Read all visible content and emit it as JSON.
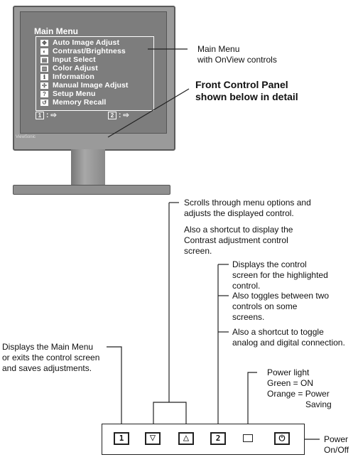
{
  "monitor": {
    "brand": "ViewSonic",
    "menu_title": "Main Menu",
    "menu_items": [
      {
        "icon": "auto-adjust-icon",
        "label": "Auto Image Adjust"
      },
      {
        "icon": "contrast-brightness-icon",
        "label": "Contrast/Brightness"
      },
      {
        "icon": "input-select-icon",
        "label": "Input Select"
      },
      {
        "icon": "color-adjust-icon",
        "label": "Color Adjust"
      },
      {
        "icon": "information-icon",
        "label": "Information"
      },
      {
        "icon": "manual-adjust-icon",
        "label": "Manual Image Adjust"
      },
      {
        "icon": "setup-menu-icon",
        "label": "Setup Menu"
      },
      {
        "icon": "memory-recall-icon",
        "label": "Memory Recall"
      }
    ],
    "footer_left_key": "1",
    "footer_left_symbol": ":",
    "footer_right_key": "2",
    "footer_right_symbol": ":"
  },
  "callouts": {
    "main_menu_line1": "Main Menu",
    "main_menu_line2": "with OnView controls",
    "front_panel_line1": "Front Control Panel",
    "front_panel_line2": "shown below in detail",
    "scroll_line1": "Scrolls through menu options and",
    "scroll_line2": "adjusts the displayed control.",
    "scroll_shortcut_line1": "Also a shortcut to display the",
    "scroll_shortcut_line2": "Contrast adjustment control",
    "scroll_shortcut_line3": "screen.",
    "select_line1": "Displays the control",
    "select_line2": "screen for the highlighted",
    "select_line3": "control.",
    "toggle_line1": "Also toggles between two",
    "toggle_line2": "controls on some",
    "toggle_line3": "screens.",
    "shortcut_line1": "Also a shortcut to toggle",
    "shortcut_line2": "analog and digital connection.",
    "menu_btn_line1": "Displays the Main Menu",
    "menu_btn_line2": "or exits the control screen",
    "menu_btn_line3": "and saves adjustments.",
    "power_light_line1": "Power light",
    "power_light_line2": "Green = ON",
    "power_light_line3": "Orange = Power",
    "power_light_line4": "Saving",
    "power_line1": "Power",
    "power_line2": "On/Off"
  },
  "panel": {
    "button1_label": "1",
    "down_symbol": "▽",
    "up_symbol": "△",
    "button2_label": "2",
    "power_symbol": "⏻"
  }
}
